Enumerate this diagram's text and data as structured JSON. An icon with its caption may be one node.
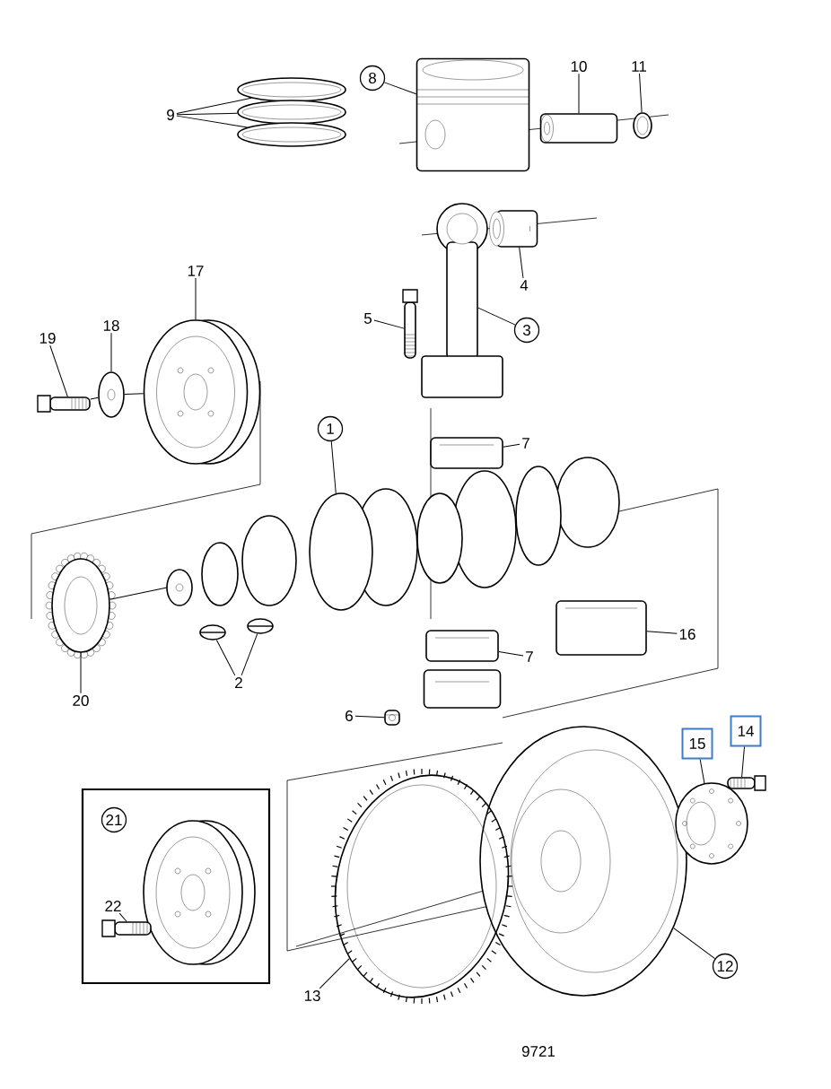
{
  "diagram": {
    "nodes": [
      {
        "text": [
          "8"
        ]
      },
      {
        "text": [
          "9"
        ]
      },
      {
        "text": [
          "10"
        ]
      },
      {
        "text": [
          "11"
        ]
      },
      {
        "text": [
          "17"
        ]
      },
      {
        "text": [
          "4"
        ]
      },
      {
        "text": [
          "5"
        ]
      },
      {
        "text": [
          "3"
        ]
      },
      {
        "text": [
          "19"
        ]
      },
      {
        "text": [
          "18"
        ]
      },
      {
        "text": [
          "1"
        ]
      },
      {
        "text": [
          "7"
        ]
      },
      {
        "text": [
          "16"
        ]
      },
      {
        "text": [
          "7"
        ]
      },
      {
        "text": [
          "2"
        ]
      },
      {
        "text": [
          "20"
        ]
      },
      {
        "text": [
          "6"
        ]
      },
      {
        "text": [
          "15"
        ]
      },
      {
        "text": [
          "14"
        ]
      },
      {
        "text": [],
        "shape": "box"
      },
      {
        "text": [
          "21"
        ],
        "in": 19
      },
      {
        "text": [
          "22"
        ],
        "in": 19
      },
      {
        "text": [
          "13"
        ]
      },
      {
        "text": [
          "12"
        ]
      },
      {
        "text": [],
        "shape": "picture"
      },
      {
        "text": [],
        "shape": "picture"
      },
      {
        "text": [],
        "shape": "picture"
      },
      {
        "text": [],
        "shape": "picture"
      },
      {
        "text": [],
        "shape": "picture"
      },
      {
        "text": [],
        "shape": "picture"
      },
      {
        "text": [],
        "shape": "picture"
      },
      {
        "text": [],
        "shape": "picture"
      },
      {
        "text": [],
        "shape": "picture"
      },
      {
        "text": [],
        "shape": "picture"
      },
      {
        "text": [],
        "shape": "picture"
      },
      {
        "text": [],
        "shape": "picture"
      },
      {
        "text": [],
        "shape": "picture"
      },
      {
        "text": [],
        "shape": "picture"
      },
      {
        "text": [],
        "shape": "picture"
      },
      {
        "text": [],
        "shape": "picture"
      },
      {
        "text": [],
        "shape": "picture"
      },
      {
        "text": [],
        "shape": "picture"
      },
      {
        "text": [],
        "shape": "picture"
      },
      {
        "text": [],
        "shape": "picture"
      },
      {
        "text": [],
        "shape": "picture"
      },
      {
        "text": [],
        "shape": "picture"
      },
      {
        "text": [],
        "shape": "picture"
      },
      {
        "text": [],
        "shape": "picture"
      },
      {
        "text": [],
        "shape": "picture"
      },
      {
        "text": [],
        "shape": "picture",
        "in": 19
      },
      {
        "text": [],
        "shape": "picture",
        "in": 19
      }
    ],
    "edges": [
      {
        "from": 0,
        "to": 24,
        "arrow": "none"
      },
      {
        "from": 1,
        "to": 25,
        "arrow": "none"
      },
      {
        "from": 1,
        "to": 26,
        "arrow": "none"
      },
      {
        "from": 1,
        "to": 27,
        "arrow": "none"
      },
      {
        "from": 2,
        "to": 28,
        "arrow": "none"
      },
      {
        "from": 3,
        "to": 29,
        "arrow": "none"
      },
      {
        "from": 4,
        "to": 33,
        "arrow": "none"
      },
      {
        "from": 5,
        "to": 31,
        "arrow": "none"
      },
      {
        "from": 6,
        "to": 32,
        "arrow": "none"
      },
      {
        "from": 7,
        "to": 30,
        "arrow": "none"
      },
      {
        "from": 8,
        "to": 35,
        "arrow": "none"
      },
      {
        "from": 9,
        "to": 34,
        "arrow": "none"
      },
      {
        "from": 10,
        "to": 36,
        "arrow": "none"
      },
      {
        "from": 11,
        "to": 37,
        "arrow": "none"
      },
      {
        "from": 12,
        "to": 38,
        "arrow": "none"
      },
      {
        "from": 13,
        "to": 39,
        "arrow": "none"
      },
      {
        "from": 14,
        "to": 40,
        "arrow": "none"
      },
      {
        "from": 14,
        "to": 41,
        "arrow": "none"
      },
      {
        "from": 15,
        "to": 42,
        "arrow": "none"
      },
      {
        "from": 16,
        "to": 43,
        "arrow": "none"
      },
      {
        "from": 17,
        "to": 47,
        "arrow": "none"
      },
      {
        "from": 18,
        "to": 48,
        "arrow": "none"
      },
      {
        "from": 21,
        "to": 50,
        "arrow": "none"
      },
      {
        "from": 22,
        "to": 46,
        "arrow": "none"
      },
      {
        "from": 23,
        "to": 45,
        "arrow": "none"
      },
      {
        "from": 35,
        "to": 34,
        "arrow": "none"
      },
      {
        "from": 34,
        "to": 33,
        "arrow": "none"
      },
      {
        "from": 42,
        "to": 36,
        "arrow": "none"
      }
    ],
    "labels": [
      "9721"
    ]
  }
}
